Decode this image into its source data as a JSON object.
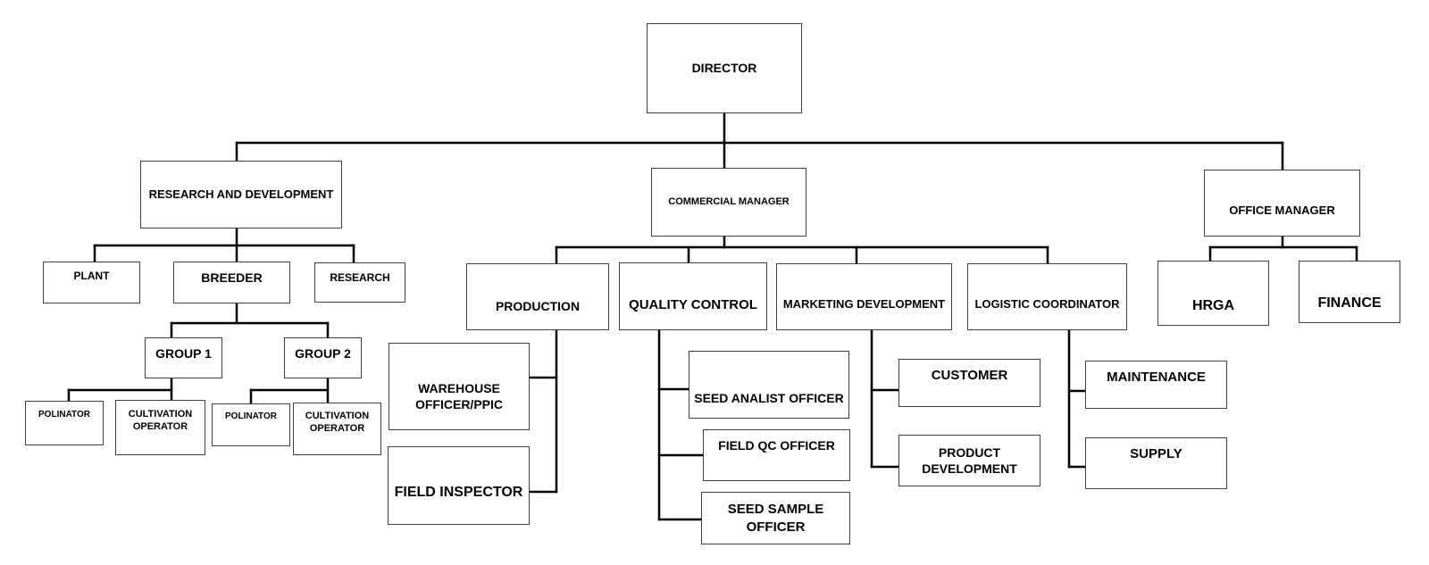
{
  "director": "DIRECTOR",
  "departments": {
    "research_development": "RESEARCH AND DEVELOPMENT",
    "commercial_manager": "COMMERCIAL MANAGER",
    "office_manager": "OFFICE MANAGER"
  },
  "research": {
    "plant": "PLANT",
    "breeder": "BREEDER",
    "research": "RESEARCH",
    "group1": "GROUP 1",
    "group2": "GROUP 2",
    "group1_polinator": "POLINATOR",
    "group1_cultivation": "CULTIVATION\nOPERATOR",
    "group2_polinator": "POLINATOR",
    "group2_cultivation": "CULTIVATION\nOPERATOR"
  },
  "commercial": {
    "production": "PRODUCTION",
    "quality_control": "QUALITY CONTROL",
    "marketing_development": "MARKETING DEVELOPMENT",
    "logistic_coordinator": "LOGISTIC COORDINATOR",
    "warehouse_officer": "WAREHOUSE\nOFFICER/PPIC",
    "field_inspector": "FIELD INSPECTOR",
    "seed_analist_officer": "SEED ANALIST OFFICER",
    "field_qc_officer": "FIELD QC OFFICER",
    "seed_sample_officer": "SEED SAMPLE\nOFFICER",
    "customer": "CUSTOMER",
    "product_development": "PRODUCT\nDEVELOPMENT",
    "maintenance": "MAINTENANCE",
    "supply": "SUPPLY"
  },
  "office": {
    "hrga": "HRGA",
    "finance": "FINANCE"
  },
  "colors": {
    "line": "#000000",
    "border": "#404040",
    "background": "#ffffff"
  }
}
